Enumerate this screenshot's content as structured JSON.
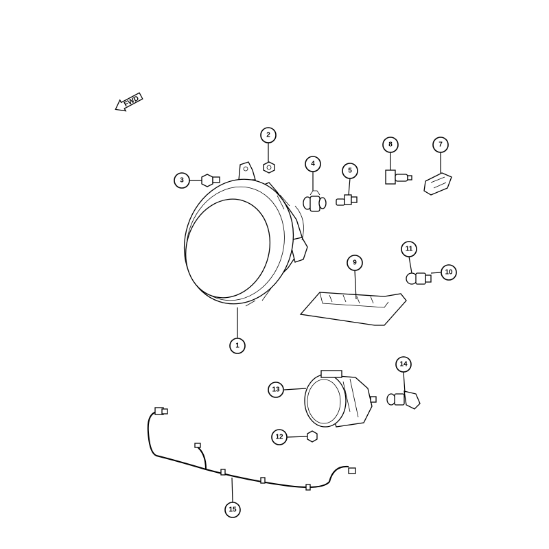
{
  "orientation": {
    "label": "FWD",
    "icon": "forward-arrow-icon"
  },
  "callouts": [
    {
      "id": "callout-1",
      "label": "1"
    },
    {
      "id": "callout-2",
      "label": "2"
    },
    {
      "id": "callout-3",
      "label": "3"
    },
    {
      "id": "callout-4",
      "label": "4"
    },
    {
      "id": "callout-5",
      "label": "5"
    },
    {
      "id": "callout-7",
      "label": "7"
    },
    {
      "id": "callout-8",
      "label": "8"
    },
    {
      "id": "callout-9",
      "label": "9"
    },
    {
      "id": "callout-10",
      "label": "10"
    },
    {
      "id": "callout-11",
      "label": "11"
    },
    {
      "id": "callout-12",
      "label": "12"
    },
    {
      "id": "callout-13",
      "label": "13"
    },
    {
      "id": "callout-14",
      "label": "14"
    },
    {
      "id": "callout-15",
      "label": "15"
    }
  ]
}
